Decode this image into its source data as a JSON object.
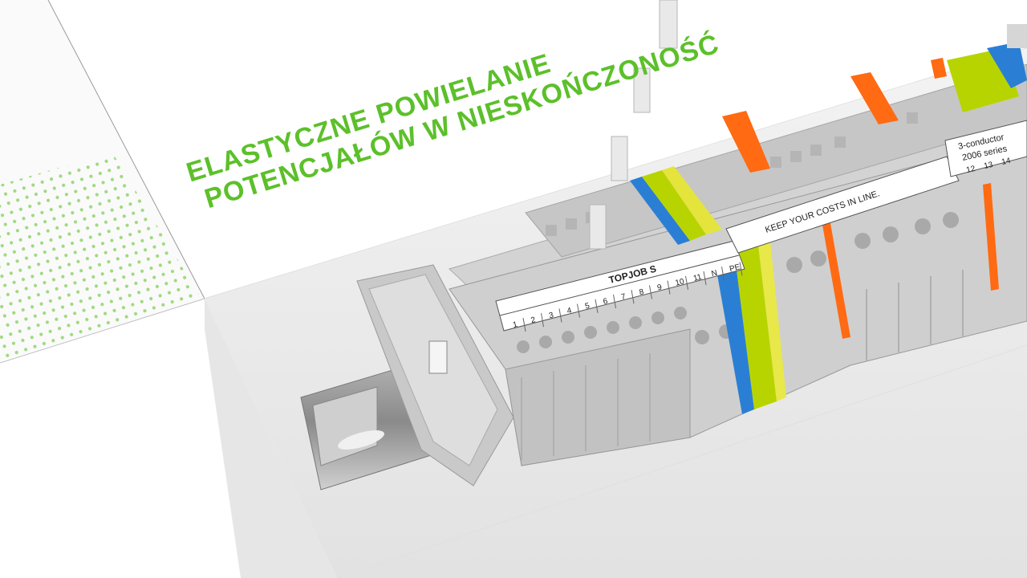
{
  "headline": {
    "line1": "ELASTYCZNE POWIELANIE",
    "line2": "POTENCJAŁÓW W NIESKOŃCZONOŚĆ"
  },
  "marker_strip": {
    "title": "TOPJOB S",
    "numbers": [
      "1",
      "2",
      "3",
      "4",
      "5",
      "6",
      "7",
      "8",
      "9",
      "10",
      "11",
      "N",
      "PE"
    ]
  },
  "slogan_strip": {
    "text": "KEEP YOUR COSTS IN LINE."
  },
  "right_strip": {
    "line1": "3-conductor",
    "line2": "2006 series",
    "numbers": [
      "12",
      "13",
      "14"
    ]
  },
  "colors": {
    "accent_green": "#5cc02a",
    "terminal_gray": "#c9c9c9",
    "pe_yellow_green": "#b8d400",
    "neutral_blue": "#2a7fd4",
    "lever_orange": "#ff6a13"
  }
}
